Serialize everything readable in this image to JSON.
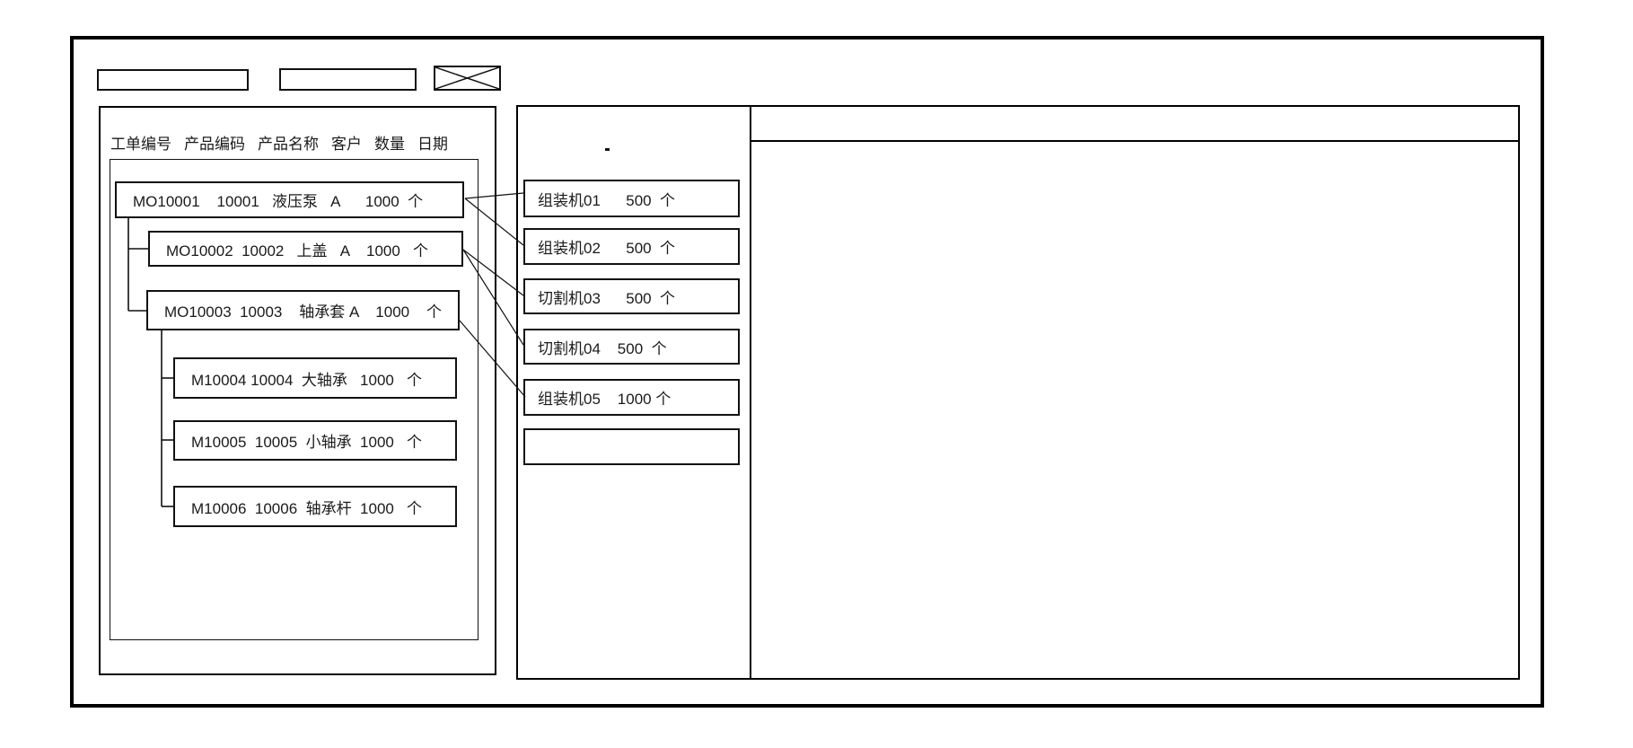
{
  "meta": {
    "background_color": "#ffffff",
    "line_color": "#000000",
    "text_color": "#1a1a1a"
  },
  "toolbar": {
    "field1_value": "",
    "field2_value": "",
    "image_placeholder_icon": "crossed-box"
  },
  "order_panel": {
    "columns": [
      "工单编号",
      "产品编码",
      "产品名称",
      "客户",
      "数量",
      "日期"
    ],
    "rows": [
      {
        "level": 0,
        "order_no": "MO10001",
        "product_code": "10001",
        "product_name": "液压泵",
        "customer": "A",
        "quantity": "1000",
        "unit": "个",
        "display": "MO10001    10001   液压泵   A      1000  个"
      },
      {
        "level": 1,
        "order_no": "MO10002",
        "product_code": "10002",
        "product_name": "上盖",
        "customer": "A",
        "quantity": "1000",
        "unit": "个",
        "display": "MO10002  10002   上盖   A    1000   个"
      },
      {
        "level": 1,
        "order_no": "MO10003",
        "product_code": "10003",
        "product_name": "轴承套",
        "customer": "A",
        "quantity": "1000",
        "unit": "个",
        "display": "MO10003  10003    轴承套 A    1000    个"
      },
      {
        "level": 2,
        "order_no": "M10004",
        "product_code": "10004",
        "product_name": "大轴承",
        "customer": "",
        "quantity": "1000",
        "unit": "个",
        "display": "M10004 10004  大轴承   1000   个"
      },
      {
        "level": 2,
        "order_no": "M10005",
        "product_code": "10005",
        "product_name": "小轴承",
        "customer": "",
        "quantity": "1000",
        "unit": "个",
        "display": "M10005  10005  小轴承  1000   个"
      },
      {
        "level": 2,
        "order_no": "M10006",
        "product_code": "10006",
        "product_name": "轴承杆",
        "customer": "",
        "quantity": "1000",
        "unit": "个",
        "display": "M10006  10006  轴承杆  1000   个"
      }
    ]
  },
  "machine_panel": {
    "dot_mark": "-",
    "items": [
      {
        "name": "组装机01",
        "quantity": "500",
        "unit": "个",
        "display": "组装机01      500  个"
      },
      {
        "name": "组装机02",
        "quantity": "500",
        "unit": "个",
        "display": "组装机02      500  个"
      },
      {
        "name": "切割机03",
        "quantity": "500",
        "unit": "个",
        "display": "切割机03      500  个"
      },
      {
        "name": "切割机04",
        "quantity": "500",
        "unit": "个",
        "display": "切割机04    500  个"
      },
      {
        "name": "组装机05",
        "quantity": "1000",
        "unit": "个",
        "display": "组装机05    1000 个"
      }
    ],
    "empty_slot_display": ""
  },
  "detail_panel": {
    "content": ""
  }
}
